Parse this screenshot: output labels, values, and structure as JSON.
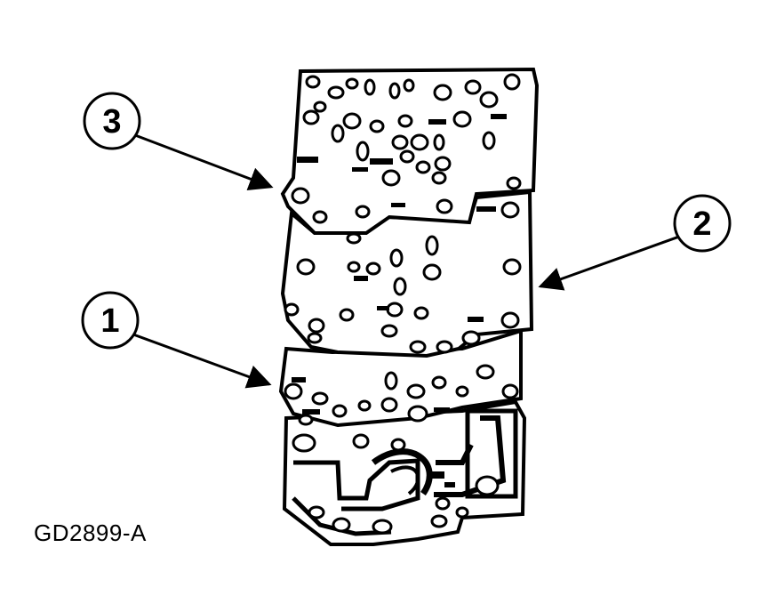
{
  "figure": {
    "id_label": "GD2899-A",
    "callouts": [
      {
        "label": "3",
        "points_to": "upper-plate"
      },
      {
        "label": "2",
        "points_to": "middle-plate"
      },
      {
        "label": "1",
        "points_to": "lower-plate"
      }
    ]
  },
  "colors": {
    "ink": "#000000",
    "paper": "#ffffff"
  }
}
